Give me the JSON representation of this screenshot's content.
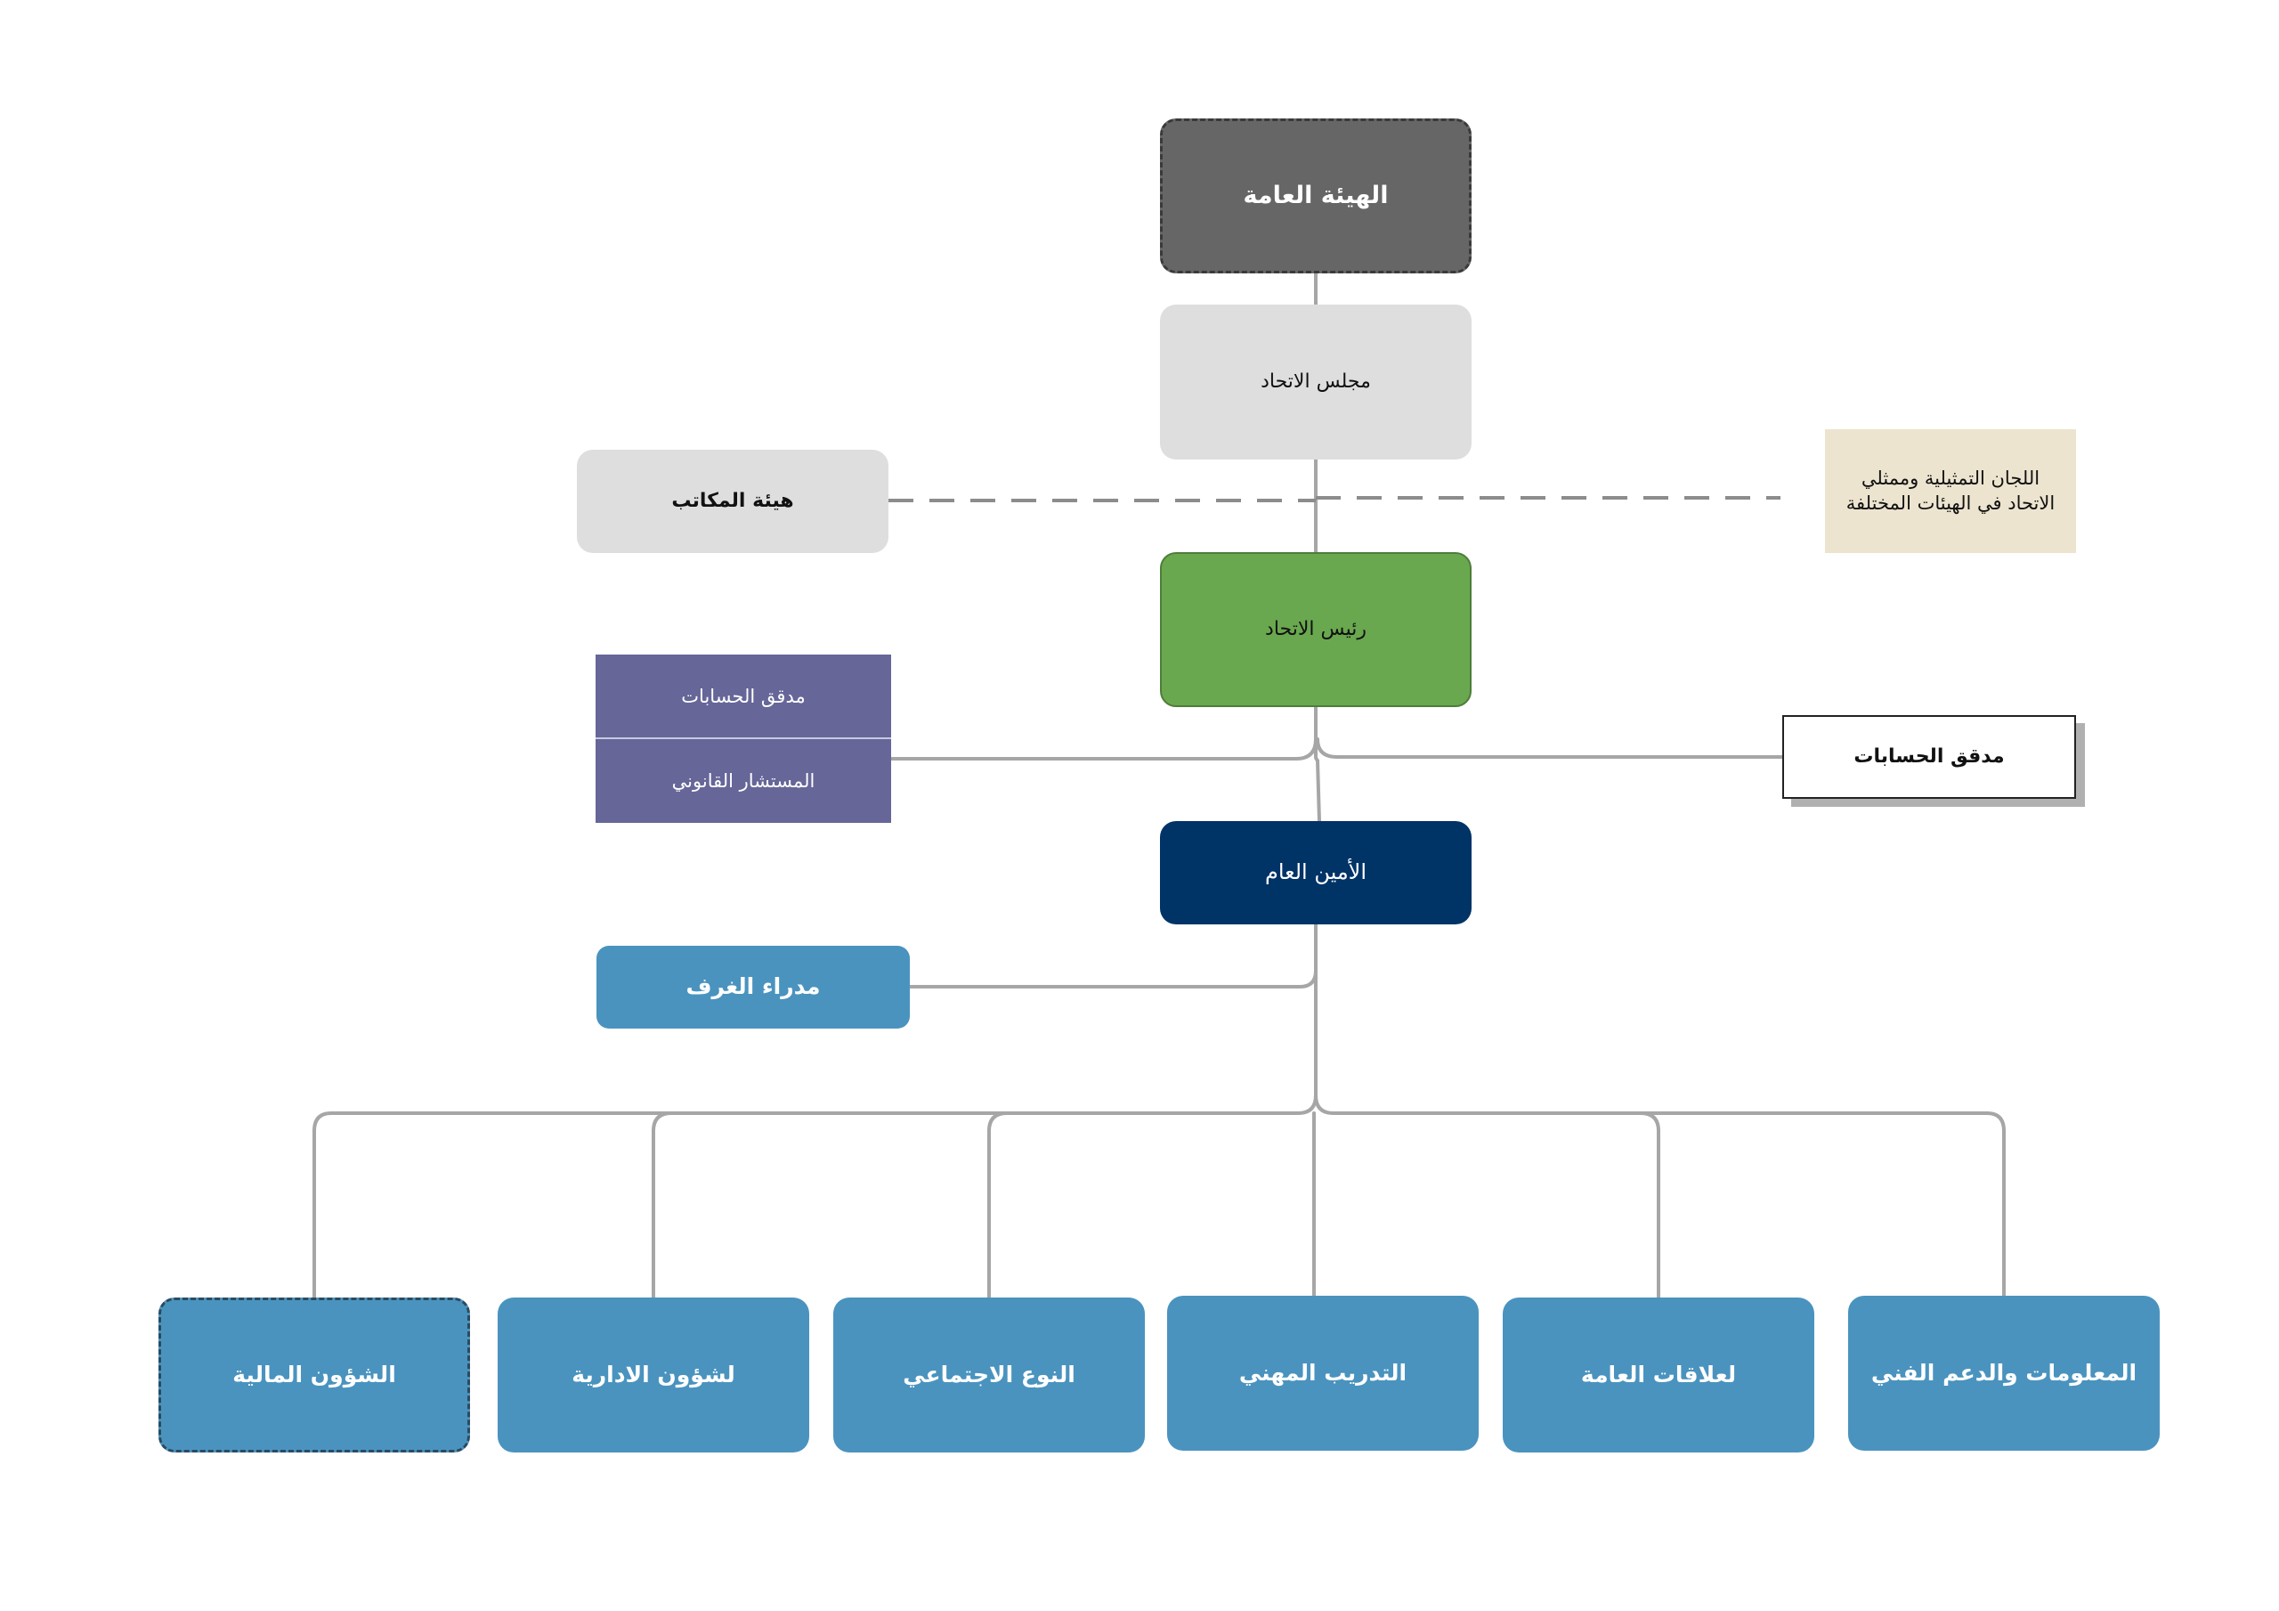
{
  "nodes": {
    "general_assembly": "الهيئة العامة",
    "union_council": "مجلس الاتحاد",
    "offices_board": "هيئة المكاتب",
    "representative_committees": "اللجان التمثيلية وممثلي الاتحاد في الهيئات المختلفة",
    "union_president": "رئيس الاتحاد",
    "internal_auditor": "مدقق الحسابات",
    "legal_advisor": "المستشار القانوني",
    "external_auditor": "مدقق الحسابات",
    "secretary_general": "الأمين العام",
    "chamber_directors": "مدراء الغرف"
  },
  "departments": [
    "الشؤون المالية",
    "لشؤون الادارية",
    "النوع الاجتماعي",
    "التدريب المهني",
    "لعلاقات العامة",
    "المعلومات والدعم الفني"
  ],
  "colors": {
    "connector": "#a6a6a6",
    "general_assembly": "#666666",
    "council": "#dedede",
    "president": "#69a84f",
    "advisors": "#666699",
    "secretary": "#003366",
    "department": "#4a93bf",
    "committees": "#ece4cf"
  }
}
